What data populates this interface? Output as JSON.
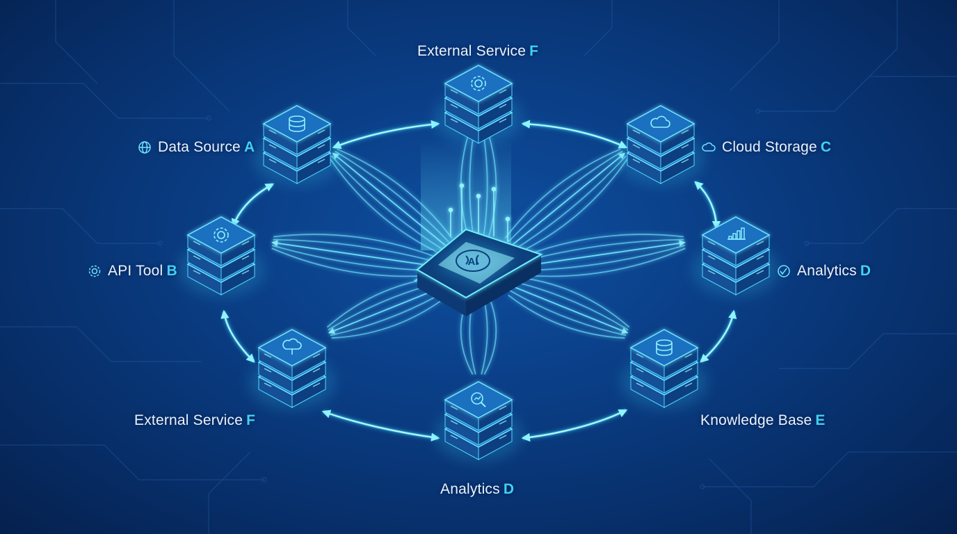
{
  "hub": {
    "icon": "ai-brain-chip-icon",
    "text": "AI"
  },
  "nodes": [
    {
      "id": "top",
      "name": "External Service",
      "letter": "F",
      "server_icon": "gear-icon",
      "label_icon": ""
    },
    {
      "id": "upper-left",
      "name": "Data Source",
      "letter": "A",
      "server_icon": "database-icon",
      "label_icon": "globe-icon"
    },
    {
      "id": "upper-right",
      "name": "Cloud Storage",
      "letter": "C",
      "server_icon": "cloud-icon",
      "label_icon": "cloud-icon"
    },
    {
      "id": "left",
      "name": "API Tool",
      "letter": "B",
      "server_icon": "gear-icon",
      "label_icon": "gear-icon"
    },
    {
      "id": "right",
      "name": "Analytics",
      "letter": "D",
      "server_icon": "bar-chart-icon",
      "label_icon": "chart-circle-icon"
    },
    {
      "id": "lower-left",
      "name": "External Service",
      "letter": "F",
      "server_icon": "cloud-tree-icon",
      "label_icon": ""
    },
    {
      "id": "lower-right",
      "name": "Knowledge Base",
      "letter": "E",
      "server_icon": "database-icon",
      "label_icon": ""
    },
    {
      "id": "bottom",
      "name": "Analytics",
      "letter": "D",
      "server_icon": "search-chart-icon",
      "label_icon": ""
    }
  ],
  "colors": {
    "background": "#0a3d84",
    "glow": "#3fe0ff",
    "server_top": "#1f6fc0",
    "server_side": "#0d3f80",
    "letter": "#3fd2f5",
    "label": "#e8f3ff"
  }
}
